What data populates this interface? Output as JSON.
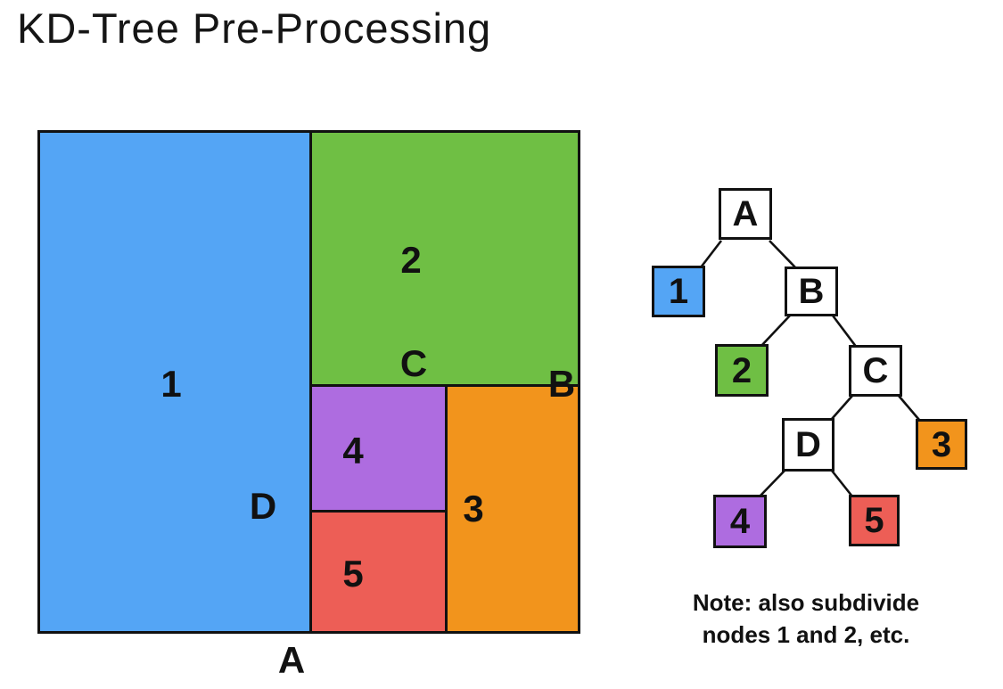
{
  "title": "KD-Tree Pre-Processing",
  "colors": {
    "blue": "#54A5F5",
    "green": "#6FBF44",
    "orange": "#F2941C",
    "purple": "#AE6CE0",
    "red": "#ED5E56",
    "ink": "#111111"
  },
  "square": {
    "regions": {
      "r1": "1",
      "r2": "2",
      "r3": "3",
      "r4": "4",
      "r5": "5"
    },
    "region_colors": {
      "r1": "blue",
      "r2": "green",
      "r3": "orange",
      "r4": "purple",
      "r5": "red"
    },
    "splits": {
      "A": "A",
      "B": "B",
      "C": "C",
      "D": "D"
    }
  },
  "tree": {
    "root": "A",
    "internal_nodes": {
      "A": "A",
      "B": "B",
      "C": "C",
      "D": "D"
    },
    "leaf_nodes": {
      "n1": "1",
      "n2": "2",
      "n3": "3",
      "n4": "4",
      "n5": "5"
    },
    "leaf_colors": {
      "n1": "blue",
      "n2": "green",
      "n3": "orange",
      "n4": "purple",
      "n5": "red"
    },
    "children": {
      "A": [
        "1",
        "B"
      ],
      "B": [
        "2",
        "C"
      ],
      "C": [
        "D",
        "3"
      ],
      "D": [
        "4",
        "5"
      ]
    }
  },
  "note": {
    "line1": "Note: also subdivide",
    "line2": "nodes 1 and 2, etc."
  }
}
